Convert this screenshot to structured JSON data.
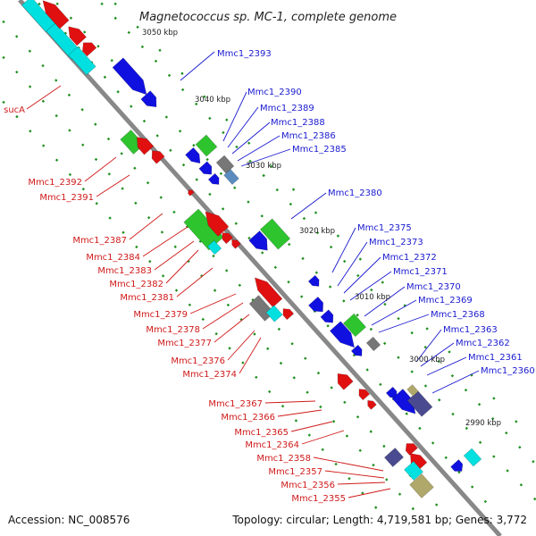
{
  "title": "Magnetococcus sp. MC-1, complete genome",
  "footer": {
    "accession": "Accession: NC_008576",
    "topology": "Topology: circular; Length: 4,719,581 bp; Genes: 3,772"
  },
  "colors": {
    "forward": "#1010e0",
    "reverse": "#e01010",
    "rrna": "#00e0e0",
    "green": "#2ec42e",
    "gray": "#777777",
    "purple": "#4a4a90",
    "tan": "#b0a86a",
    "steel": "#5a8cc0",
    "axis": "#888888",
    "label_blue": "#1a1ad0",
    "label_red": "#d01a1a",
    "tick": "#1f8f1f"
  },
  "kbp_marks": [
    "3050 kbp",
    "3040 kbp",
    "3030 kbp",
    "3020 kbp",
    "3010 kbp",
    "3000 kbp",
    "2990 kbp"
  ],
  "forward_labels": [
    "Mmc1_2393",
    "Mmc1_2390",
    "Mmc1_2389",
    "Mmc1_2388",
    "Mmc1_2386",
    "Mmc1_2385",
    "Mmc1_2380",
    "Mmc1_2375",
    "Mmc1_2373",
    "Mmc1_2372",
    "Mmc1_2371",
    "Mmc1_2370",
    "Mmc1_2369",
    "Mmc1_2368",
    "Mmc1_2363",
    "Mmc1_2362",
    "Mmc1_2361",
    "Mmc1_2360"
  ],
  "reverse_labels": [
    "sucA",
    "Mmc1_2392",
    "Mmc1_2391",
    "Mmc1_2387",
    "Mmc1_2384",
    "Mmc1_2383",
    "Mmc1_2382",
    "Mmc1_2381",
    "Mmc1_2379",
    "Mmc1_2378",
    "Mmc1_2377",
    "Mmc1_2376",
    "Mmc1_2374",
    "Mmc1_2367",
    "Mmc1_2366",
    "Mmc1_2365",
    "Mmc1_2364",
    "Mmc1_2358",
    "Mmc1_2357",
    "Mmc1_2356",
    "Mmc1_2355"
  ]
}
